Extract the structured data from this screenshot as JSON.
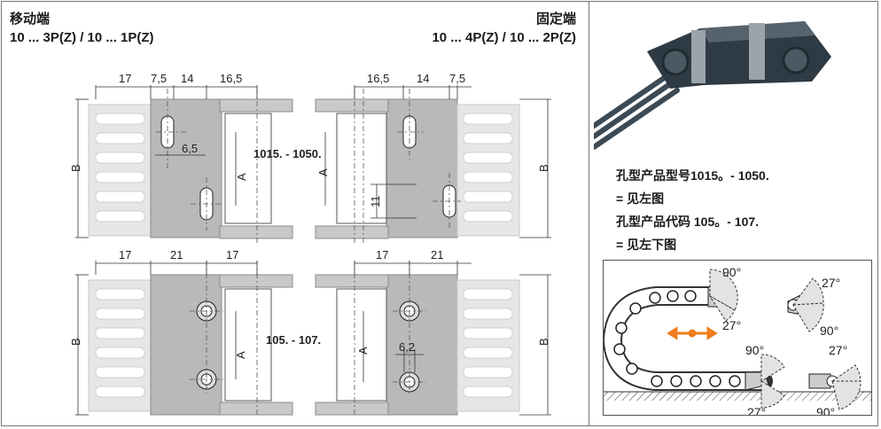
{
  "left_panel": {
    "title_left": "移动端",
    "title_right": "固定端",
    "sub_left": "10 ... 3P(Z) / 10 ... 1P(Z)",
    "sub_right": "10 ... 4P(Z) / 10 ... 2P(Z)",
    "top_drawing": {
      "dims_left": [
        "17",
        "7,5",
        "14",
        "16,5"
      ],
      "dims_right": [
        "16,5",
        "14",
        "7,5"
      ],
      "hole_dim": "6,5",
      "slot_dim": "11",
      "series_label": "1015. - 1050.",
      "a_label": "A",
      "b_label": "B"
    },
    "bottom_drawing": {
      "dims_left": [
        "17",
        "21",
        "17"
      ],
      "dims_right": [
        "17",
        "21"
      ],
      "hole_dim": "6,2",
      "series_label": "105. - 107.",
      "a_label": "A",
      "b_label": "B"
    }
  },
  "right_panel": {
    "line1": "孔型产品型号1015。- 1050.",
    "line2": "= 见左图",
    "line3": "孔型产品代码 105。- 107.",
    "line4": "= 见左下图",
    "angles": [
      "90°",
      "27°",
      "27°",
      "90°",
      "90°",
      "27°",
      "27°",
      "90°"
    ],
    "accent_color": "#f07d1e"
  }
}
